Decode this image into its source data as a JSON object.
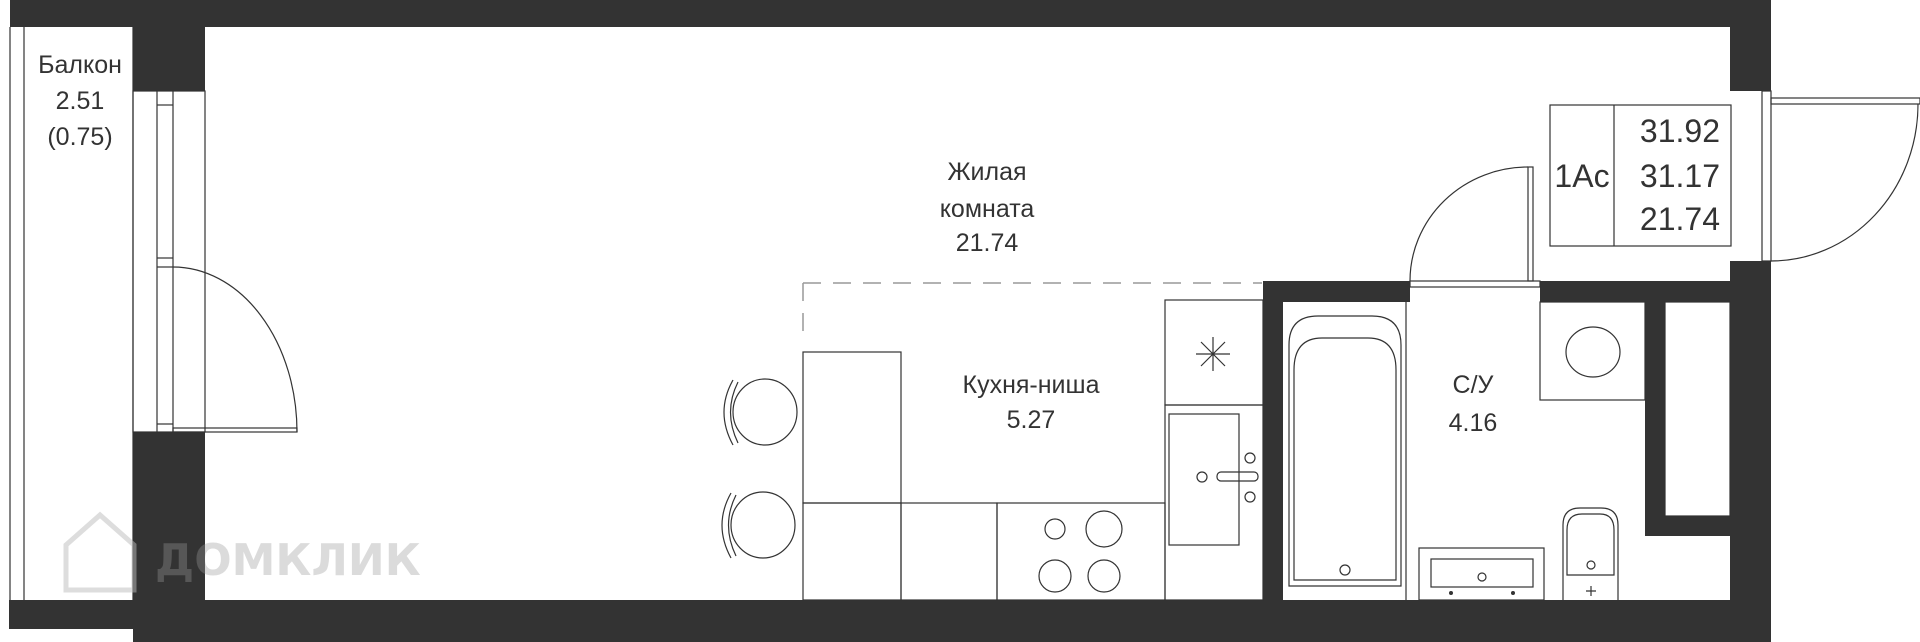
{
  "rooms": {
    "balcony": {
      "name": "Балкон",
      "area": "2.51",
      "area_coef": "(0.75)"
    },
    "living": {
      "name_line1": "Жилая",
      "name_line2": "комната",
      "area": "21.74"
    },
    "kitchen": {
      "name": "Кухня-ниша",
      "area": "5.27"
    },
    "bathroom": {
      "name": "С/У",
      "area": "4.16"
    }
  },
  "summary": {
    "type": "1Ас",
    "total_area": "31.92",
    "area_without_balcony": "31.17",
    "living_area": "21.74"
  },
  "watermark": {
    "text": "ДОМКЛИК",
    "icon": "house-icon"
  },
  "colors": {
    "wall": "#333333",
    "background": "#ffffff"
  }
}
